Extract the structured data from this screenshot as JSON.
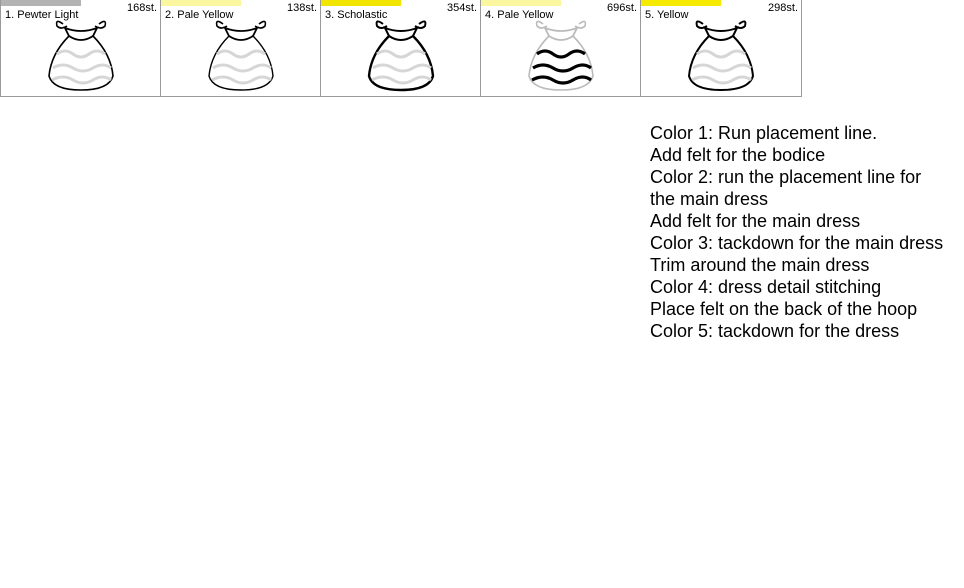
{
  "steps": [
    {
      "label": "1. Pewter Light",
      "stitches": "168st.",
      "swatch_color": "#b3b3b3",
      "icon": "dress-stage-1-icon"
    },
    {
      "label": "2. Pale Yellow",
      "stitches": "138st.",
      "swatch_color": "#fbf7a0",
      "icon": "dress-stage-2-icon"
    },
    {
      "label": "3. Scholastic",
      "stitches": "354st.",
      "swatch_color": "#f2e600",
      "icon": "dress-stage-3-icon"
    },
    {
      "label": "4. Pale Yellow",
      "stitches": "696st.",
      "swatch_color": "#fbf7a0",
      "icon": "dress-stage-4-icon"
    },
    {
      "label": "5. Yellow",
      "stitches": "298st.",
      "swatch_color": "#f5ea00",
      "icon": "dress-stage-5-icon"
    }
  ],
  "instructions": [
    "Color 1: Run placement line.",
    "Add felt for the bodice",
    "Color 2: run the placement line for the main dress",
    "Add felt for the main dress",
    "Color 3: tackdown for the main dress",
    "Trim around the main dress",
    "Color 4: dress detail stitching",
    "Place felt on the back of the hoop",
    "Color 5: tackdown for the dress"
  ]
}
